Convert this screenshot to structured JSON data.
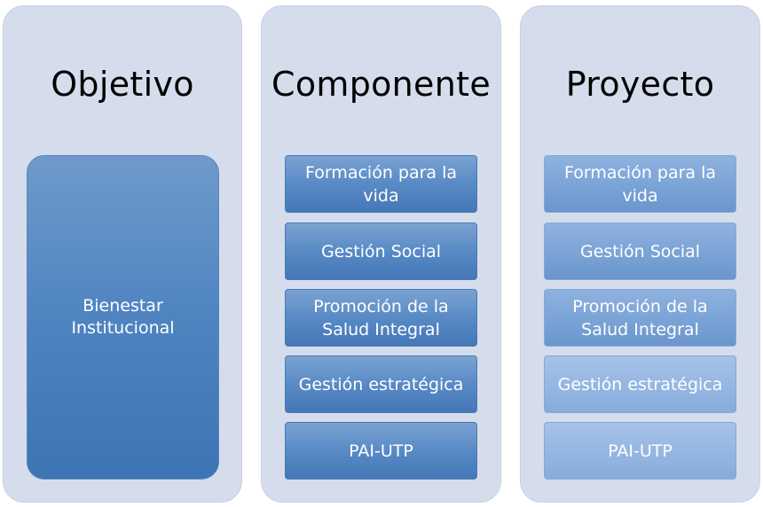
{
  "columns": [
    {
      "title": "Objetivo",
      "box": "Bienestar\nInstitucional"
    },
    {
      "title": "Componente",
      "items": [
        "Formación para la\nvida",
        "Gestión Social",
        "Promoción de la\nSalud Integral",
        "Gestión estratégica",
        "PAI-UTP"
      ]
    },
    {
      "title": "Proyecto",
      "items": [
        "Formación para la\nvida",
        "Gestión Social",
        "Promoción de la\nSalud Integral",
        "Gestión estratégica",
        "PAI-UTP"
      ]
    }
  ],
  "colors": {
    "column_background": "#d5dded",
    "objetivo_box": "#4f84c1",
    "componente_items": "#5688c4",
    "proyecto_items": "#7aa3d6",
    "text_on_box": "#ffffff"
  }
}
